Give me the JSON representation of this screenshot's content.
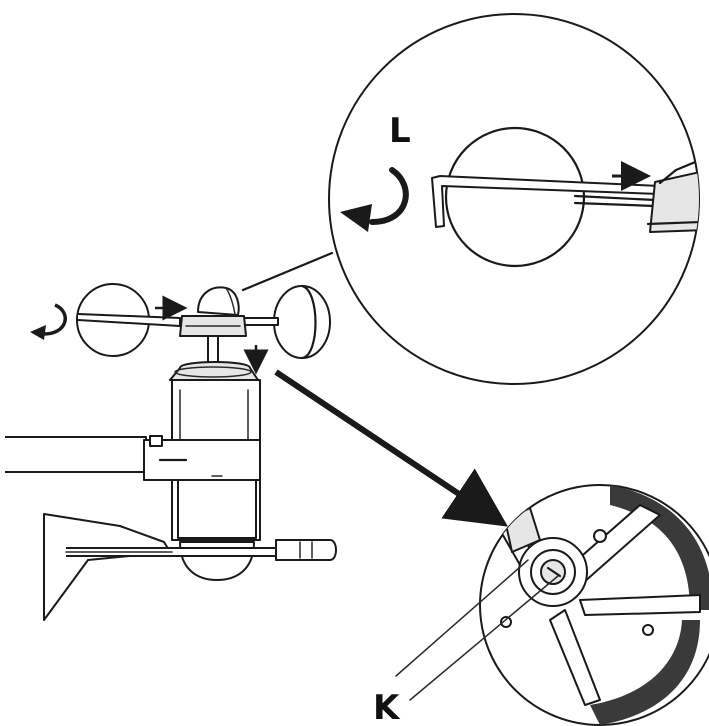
{
  "labels": {
    "top_callout": "L",
    "bottom_callout": "K"
  },
  "colors": {
    "line": "#1a1a1a",
    "background": "#ffffff",
    "shade": "#e6e6e6"
  },
  "icons": [
    "rotate-counterclockwise-arrow",
    "direction-arrow"
  ]
}
